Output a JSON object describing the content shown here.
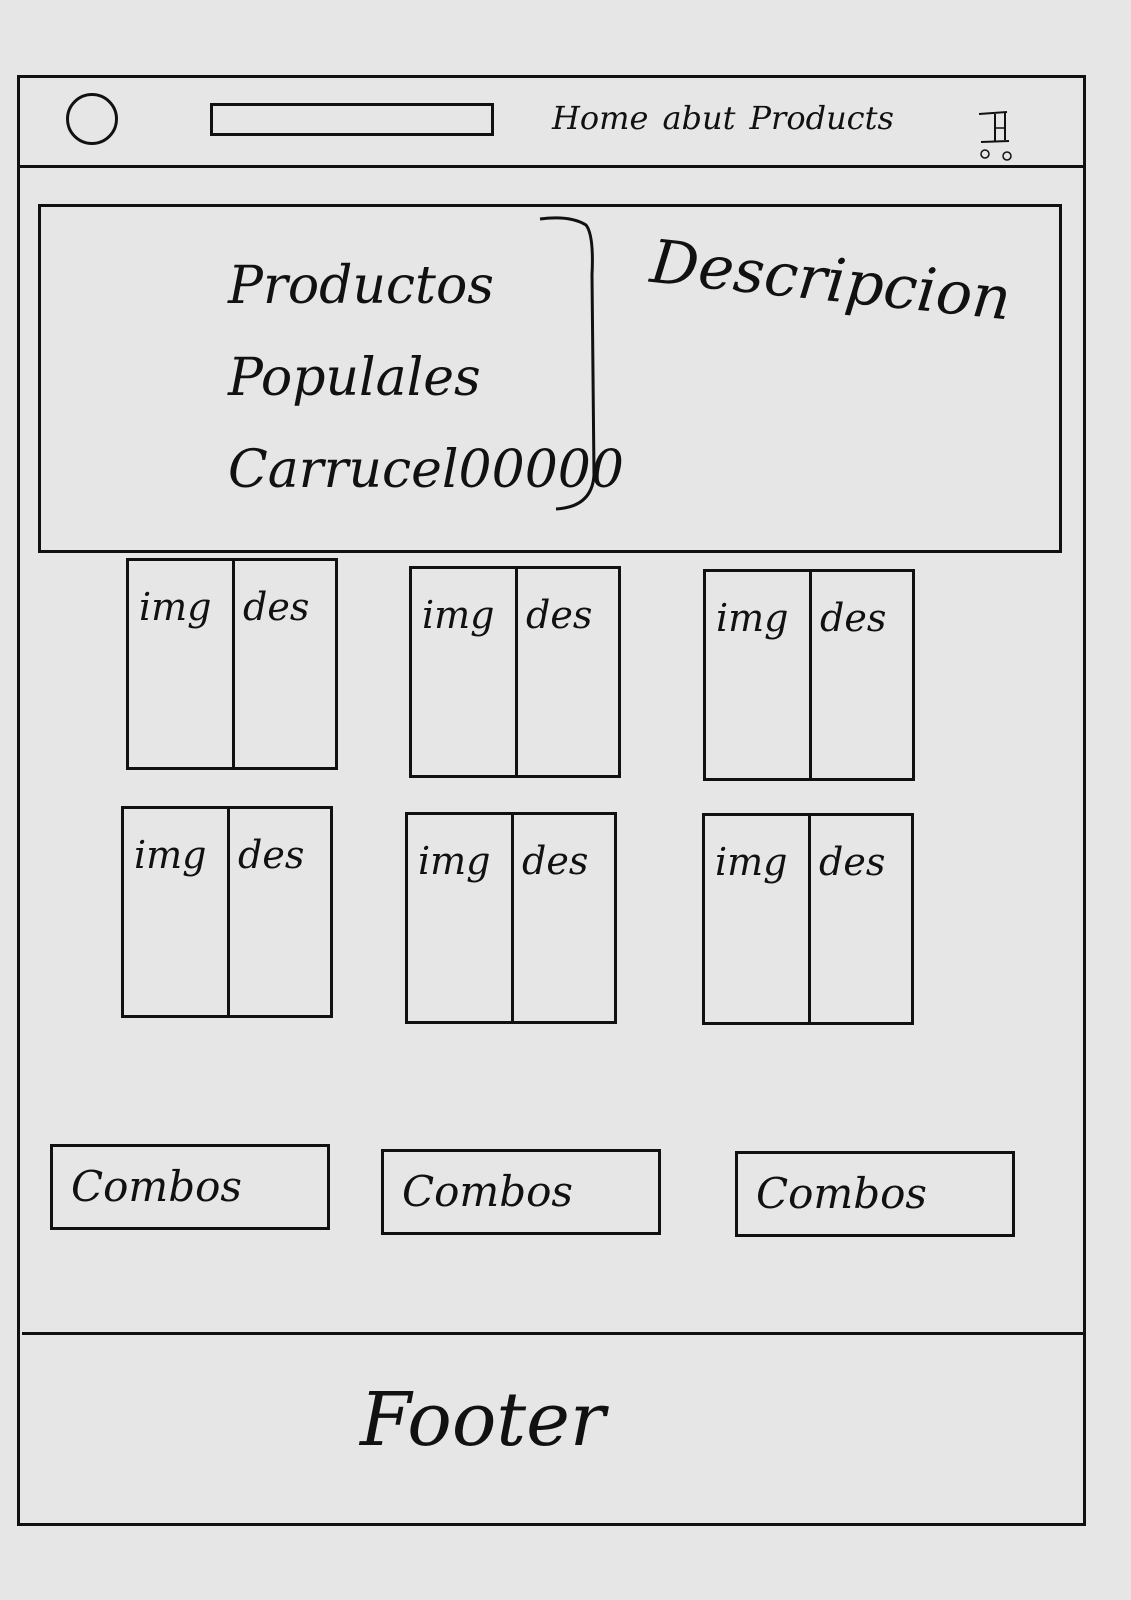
{
  "header": {
    "logo_icon": "circle-logo-icon",
    "search": {
      "value": "",
      "placeholder": ""
    },
    "nav": [
      "Home",
      "abut",
      "Products"
    ],
    "cart_icon": "shopping-cart-icon"
  },
  "hero": {
    "lines": [
      "Productos",
      "Populales",
      "Carrucel00000"
    ],
    "description": "Descripcion"
  },
  "cards": [
    {
      "img": "img",
      "des": "des"
    },
    {
      "img": "img",
      "des": "des"
    },
    {
      "img": "img",
      "des": "des"
    },
    {
      "img": "img",
      "des": "des"
    },
    {
      "img": "img",
      "des": "des"
    },
    {
      "img": "img",
      "des": "des"
    }
  ],
  "combos": [
    "Combos",
    "Combos",
    "Combos"
  ],
  "footer": {
    "label": "Footer"
  }
}
